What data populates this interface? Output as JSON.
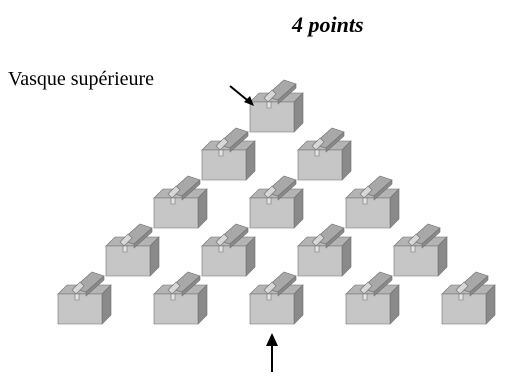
{
  "diagram": {
    "title": "4 points",
    "top_label": "Vasque supérieure",
    "pyramid_rows": [
      1,
      2,
      3,
      4,
      5
    ],
    "colors": {
      "box_front": "#c6c6c6",
      "box_side": "#8a8a8a",
      "box_top": "#b4b4b4",
      "box_lid": "#a8a8a8",
      "arrow": "#000000"
    }
  }
}
